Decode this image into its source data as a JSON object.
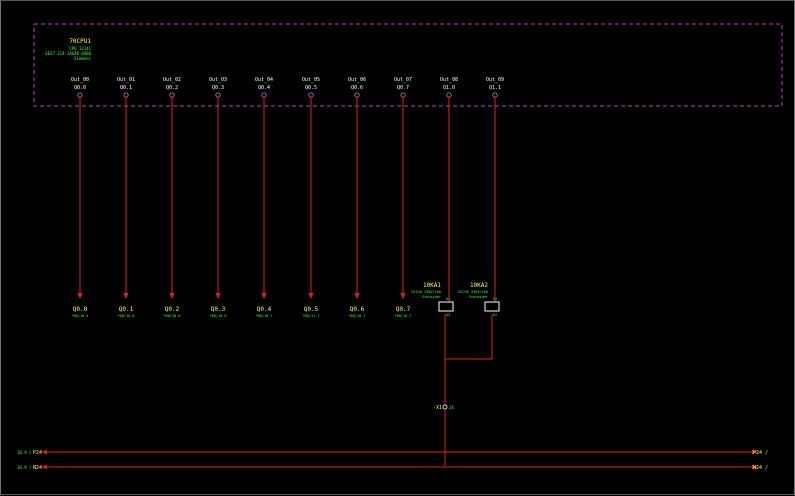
{
  "plc": {
    "tag": "70CPU1",
    "desc_line1": "CPU 1214C",
    "desc_line2": "6ES7 214-1AG40-0XB0",
    "desc_line3": "Siemens"
  },
  "outputs": [
    {
      "name": "Out_00",
      "addr": "Q0.0",
      "xref": "Q0.0",
      "note": "*6D/10.4"
    },
    {
      "name": "Out_01",
      "addr": "Q0.1",
      "xref": "Q0.1",
      "note": "*6D/10.6"
    },
    {
      "name": "Out_02",
      "addr": "Q0.2",
      "xref": "Q0.2",
      "note": "*6D/10.6"
    },
    {
      "name": "Out_03",
      "addr": "Q0.3",
      "xref": "Q0.3",
      "note": "*6D/10.6"
    },
    {
      "name": "Out_04",
      "addr": "Q0.4",
      "xref": "Q0.4",
      "note": "*6D/10.7"
    },
    {
      "name": "Out_05",
      "addr": "Q0.5",
      "xref": "Q0.5",
      "note": "*6D/11.7"
    },
    {
      "name": "Out_06",
      "addr": "Q0.6",
      "xref": "Q0.6",
      "note": "*6D/10.7"
    },
    {
      "name": "Out_07",
      "addr": "Q0.7",
      "xref": "Q0.7",
      "note": "*6D/10.7"
    },
    {
      "name": "Out_08",
      "addr": "Q1.0"
    },
    {
      "name": "Out_09",
      "addr": "Q1.1"
    }
  ],
  "relays": [
    {
      "tag": "10KA1",
      "line1": "DC24V 230V/10A",
      "line2": "Schneider",
      "pin_top": "A1",
      "pin_bottom": "A2"
    },
    {
      "tag": "10KA2",
      "line1": "DC24V 230V/10A",
      "line2": "Schneider",
      "pin_top": "A1",
      "pin_bottom": "A2"
    }
  ],
  "terminal": {
    "tag": "-X1",
    "pin": "24"
  },
  "rails": {
    "p24": {
      "left_ref": "10.9 /",
      "label": "P24",
      "right_label": "P24 /"
    },
    "n24": {
      "left_ref": "10.9 /",
      "label": "N24",
      "right_label": "N24 /"
    }
  },
  "colors": {
    "box_dashed": "#c040c0",
    "wire": "#e02020",
    "text_white": "#ffffff",
    "text_green": "#40ff40",
    "text_yellow": "#ffff40",
    "terminal_circle": "#c060c0"
  }
}
